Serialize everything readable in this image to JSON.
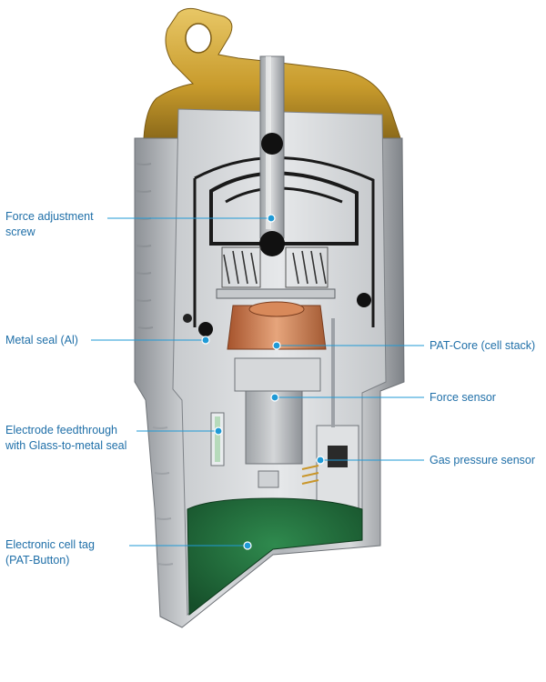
{
  "colors": {
    "accent": "#1f9ad6",
    "label_text": "#1f6fa8",
    "brass": "#c9a23a",
    "steel": "#b9bdc2",
    "copper": "#c97a4a",
    "pcb_green": "#1f6b3a"
  },
  "labels": {
    "force_adjustment_screw": {
      "line1": "Force adjustment",
      "line2": "screw"
    },
    "metal_seal": {
      "line1": "Metal seal (Al)"
    },
    "electrode_feedthrough": {
      "line1": "Electrode feedthrough",
      "line2": "with Glass-to-metal seal"
    },
    "electronic_cell_tag": {
      "line1": "Electronic cell tag",
      "line2": "(PAT-Button)"
    },
    "pat_core": {
      "line1": "PAT-Core (cell stack)"
    },
    "force_sensor": {
      "line1": "Force sensor"
    },
    "gas_pressure_sensor": {
      "line1": "Gas pressure sensor"
    }
  }
}
